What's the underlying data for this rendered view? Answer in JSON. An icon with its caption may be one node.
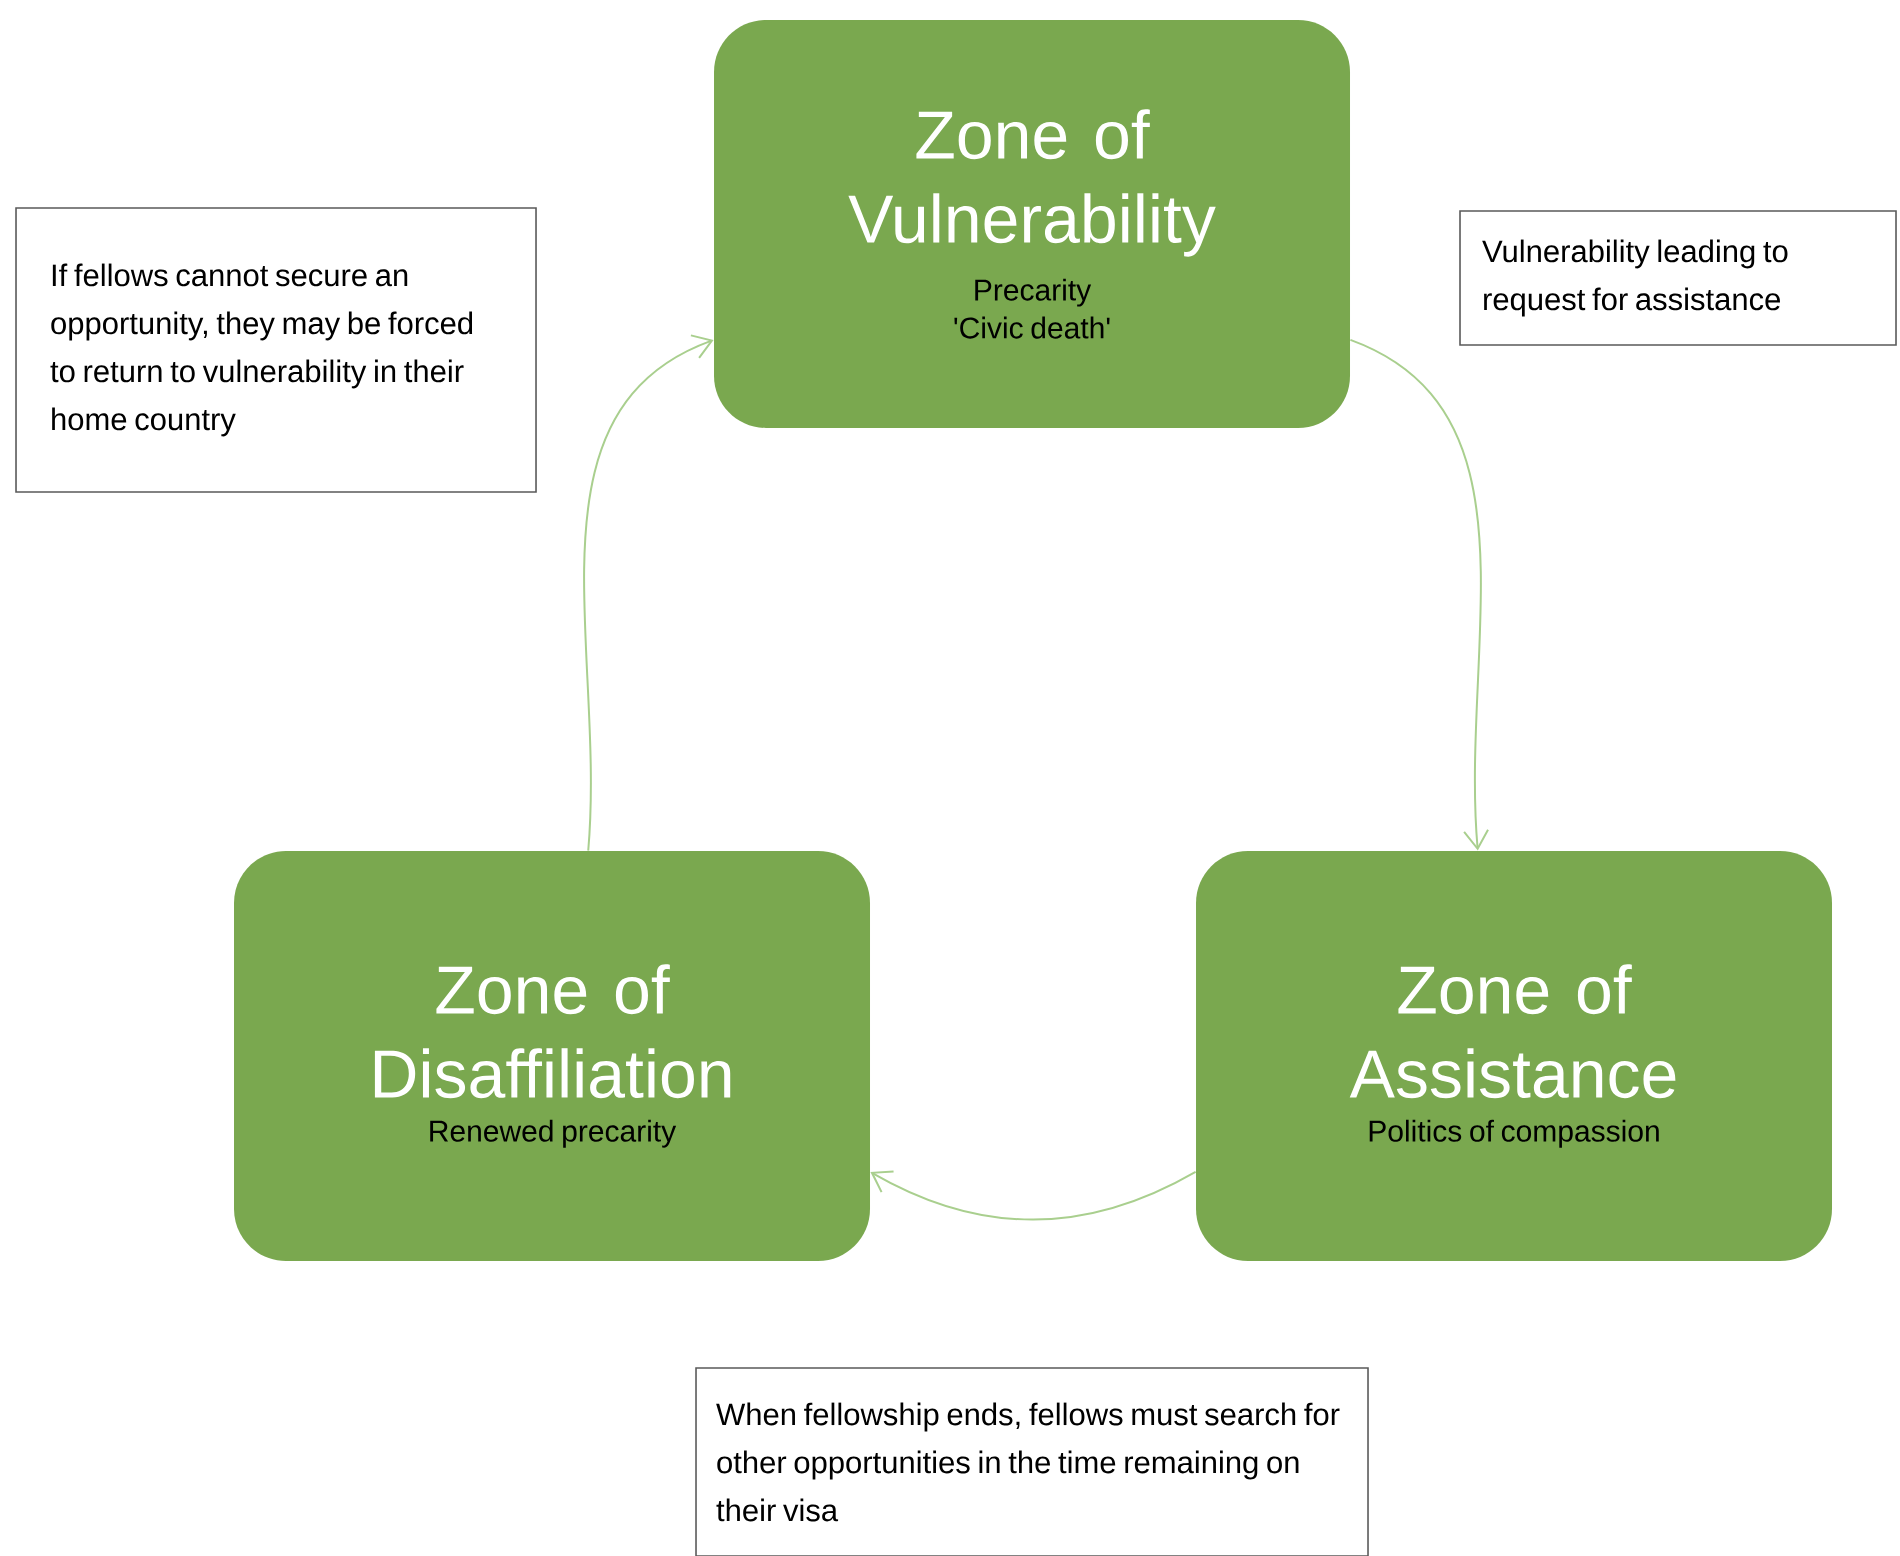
{
  "diagram": {
    "nodes": [
      {
        "text": [
          "If fellows cannot secure an opportunity, they may be forced to return to vulnerability in their home country"
        ]
      },
      {
        "text": [
          "Zone of Vulnerability",
          "Precarity",
          "'Civic death'"
        ]
      },
      {
        "text": [
          "Vulnerability leading to request for assistance"
        ]
      },
      {
        "text": [
          "Zone of Disaffiliation",
          "Renewed precarity"
        ]
      },
      {
        "text": [
          "Zone of Assistance",
          "Politics of compassion"
        ]
      },
      {
        "text": [
          "When fellowship ends, fellows must search for other opportunities in the time remaining on their visa"
        ]
      }
    ],
    "edges": [
      {
        "from": 1,
        "to": 4,
        "arrow": "to"
      },
      {
        "from": 4,
        "to": 3,
        "arrow": "to"
      },
      {
        "from": 3,
        "to": 1,
        "arrow": "to"
      }
    ]
  }
}
